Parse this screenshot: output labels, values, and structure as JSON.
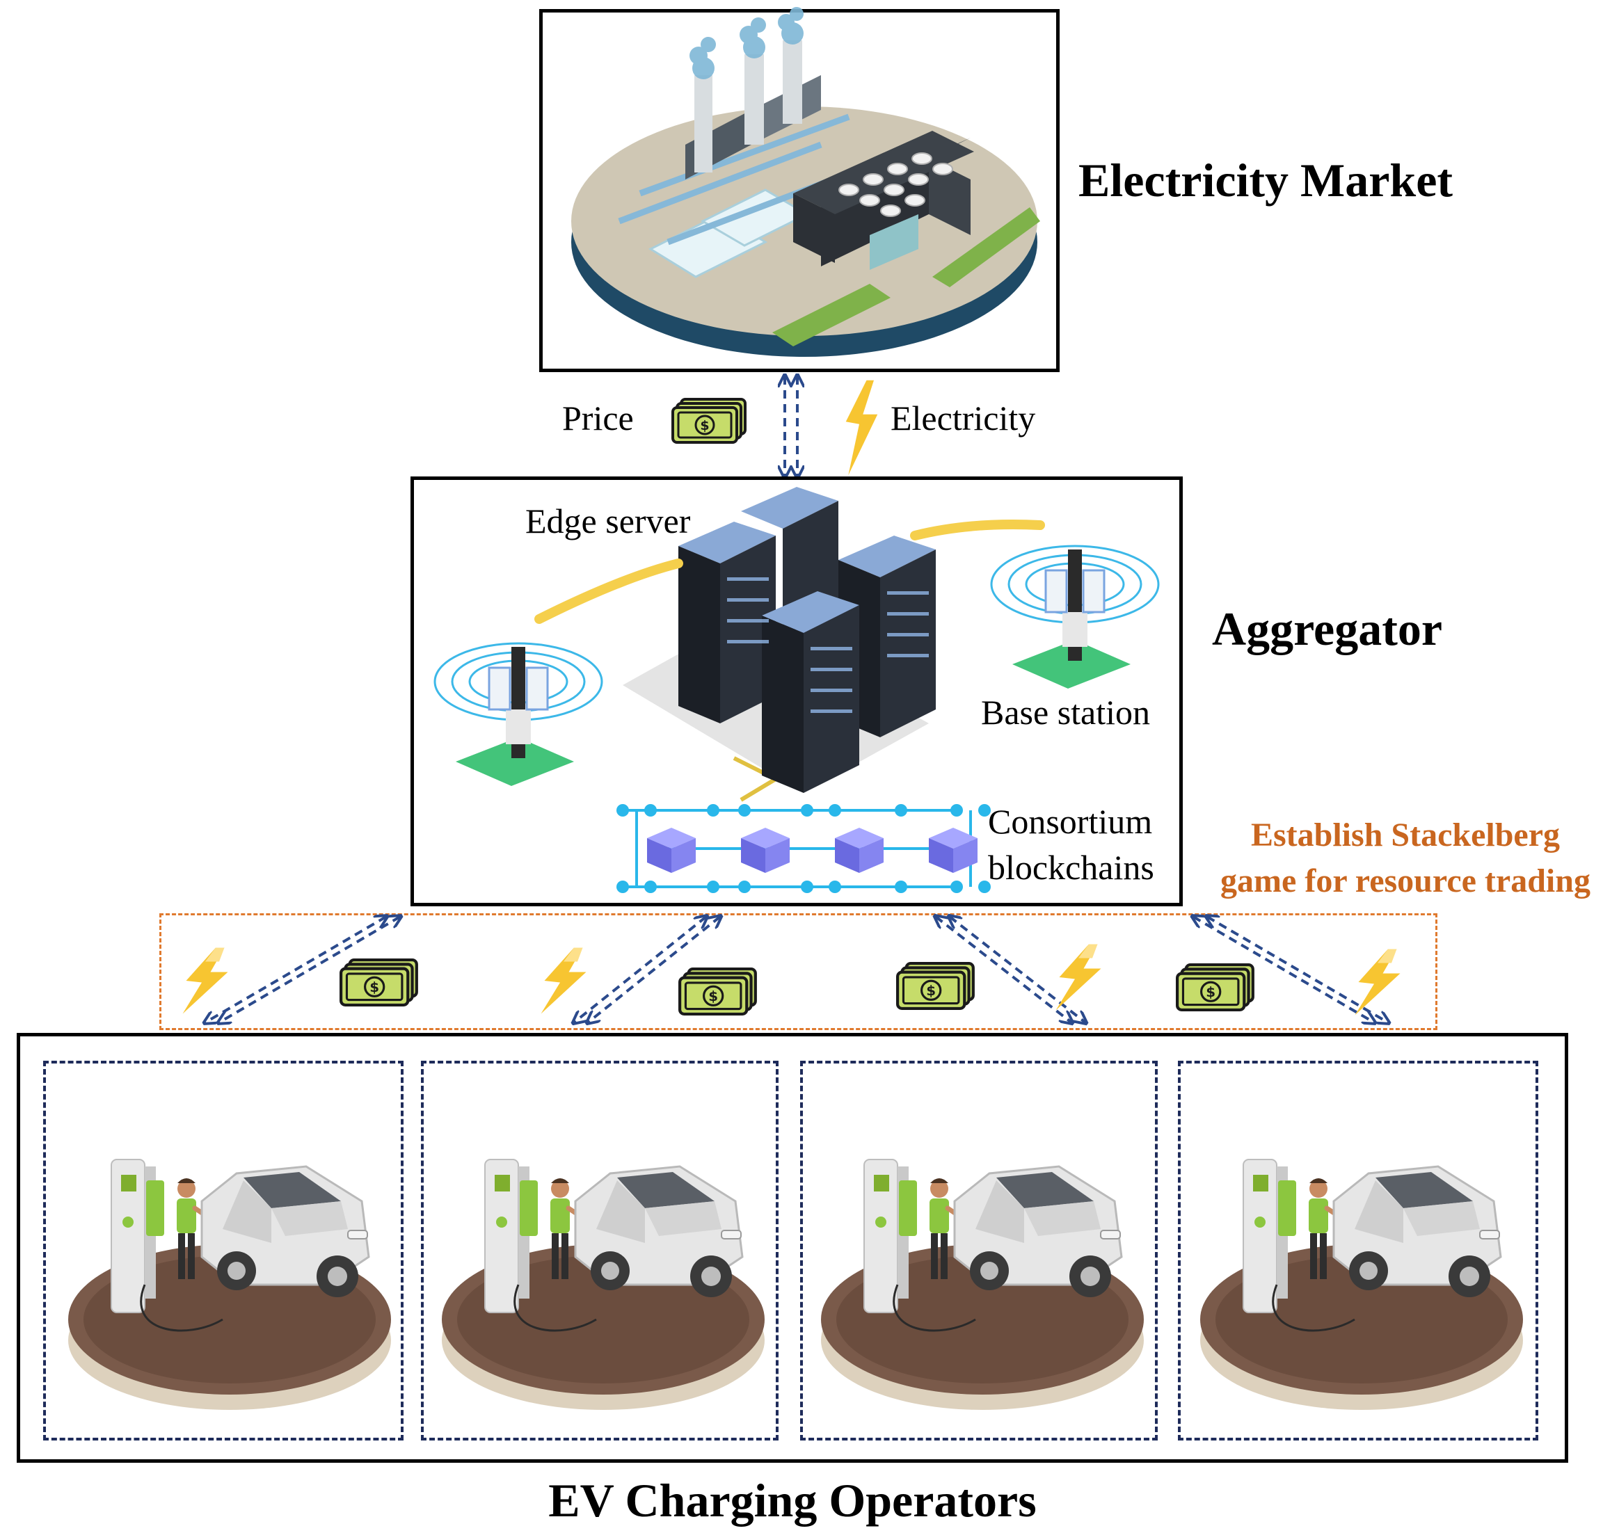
{
  "labels": {
    "electricity_market": "Electricity Market",
    "aggregator": "Aggregator",
    "ev_charging_operators": "EV Charging Operators",
    "price": "Price",
    "electricity": "Electricity",
    "edge_server": "Edge server",
    "base_station": "Base station",
    "consortium_line1": "Consortium",
    "consortium_line2": "blockchains",
    "stackelberg_line1": "Establish Stackelberg",
    "stackelberg_line2": "game for resource trading"
  },
  "icons": [
    "power-plant-icon",
    "money-icon",
    "lightning-icon",
    "edge-server-icon",
    "base-station-icon",
    "blockchain-icon",
    "ev-charging-icon"
  ],
  "colors": {
    "border": "#000000",
    "arrow": "#2b4a8c",
    "orange_text": "#c9661f",
    "orange_dash": "#e07a2e",
    "money": "#c6dc6a",
    "lightning": "#f7c531",
    "server": "#8aa9d6",
    "blockchain_cube": "#7b7be6",
    "node": "#29b7ea"
  }
}
